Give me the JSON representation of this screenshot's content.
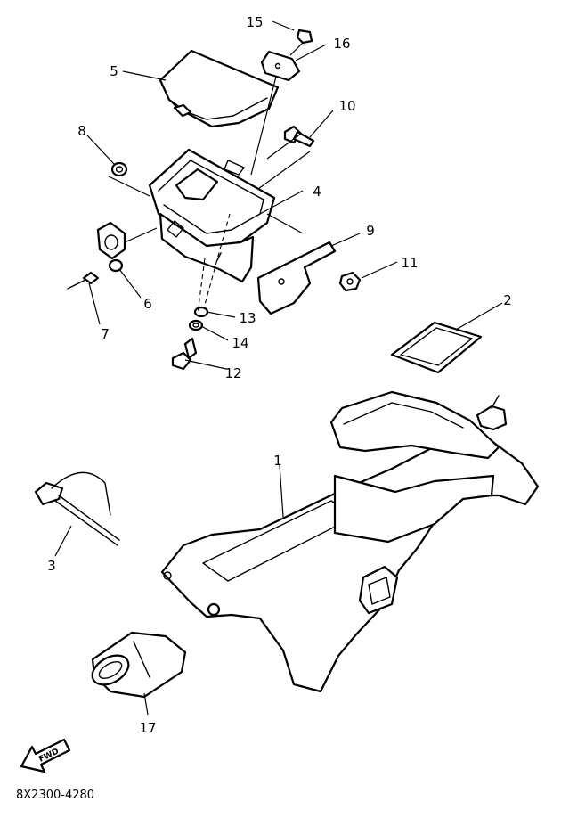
{
  "diagram_code": "8X2300-4280",
  "fwd_label": "FWD",
  "callouts": [
    {
      "id": "c1",
      "label": "1"
    },
    {
      "id": "c2",
      "label": "2"
    },
    {
      "id": "c3",
      "label": "3"
    },
    {
      "id": "c4",
      "label": "4"
    },
    {
      "id": "c5",
      "label": "5"
    },
    {
      "id": "c6",
      "label": "6"
    },
    {
      "id": "c7",
      "label": "7"
    },
    {
      "id": "c8",
      "label": "8"
    },
    {
      "id": "c9",
      "label": "9"
    },
    {
      "id": "c10",
      "label": "10"
    },
    {
      "id": "c11",
      "label": "11"
    },
    {
      "id": "c12",
      "label": "12"
    },
    {
      "id": "c13",
      "label": "13"
    },
    {
      "id": "c14",
      "label": "14"
    },
    {
      "id": "c15",
      "label": "15"
    },
    {
      "id": "c16",
      "label": "16"
    },
    {
      "id": "c17",
      "label": "17"
    }
  ]
}
